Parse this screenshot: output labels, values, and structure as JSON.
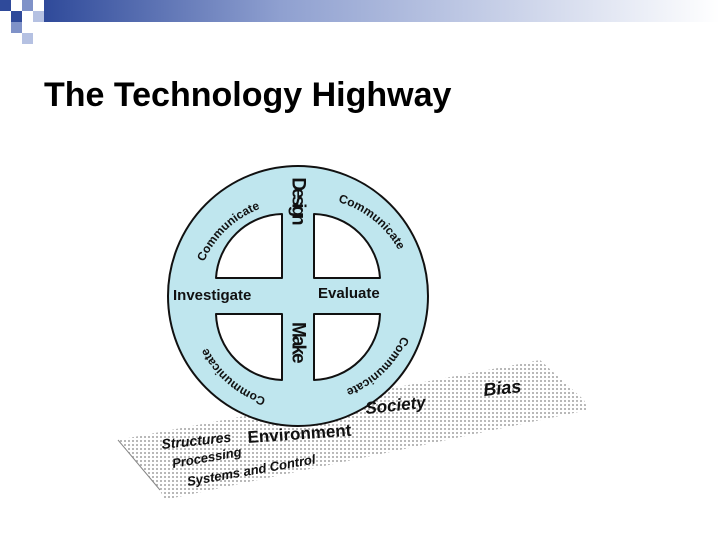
{
  "slide": {
    "title": "The Technology Highway"
  },
  "diagram": {
    "wheel": {
      "design": "Design",
      "make": "Make",
      "investigate": "Investigate",
      "evaluate": "Evaluate",
      "communicate_top_left": "Communicate",
      "communicate_top_right": "Communicate",
      "communicate_bottom_left": "Communicate",
      "communicate_bottom_right": "Communicate"
    },
    "road": {
      "bias": "Bias",
      "society": "Society",
      "structures": "Structures",
      "environment": "Environment",
      "processing": "Processing",
      "systems_and_control": "Systems and Control"
    }
  },
  "colors": {
    "wheel_fill": "#bfe6ee",
    "outline": "#111111",
    "road": "#b8b8b8",
    "accent_blue": "#3b56a8"
  }
}
